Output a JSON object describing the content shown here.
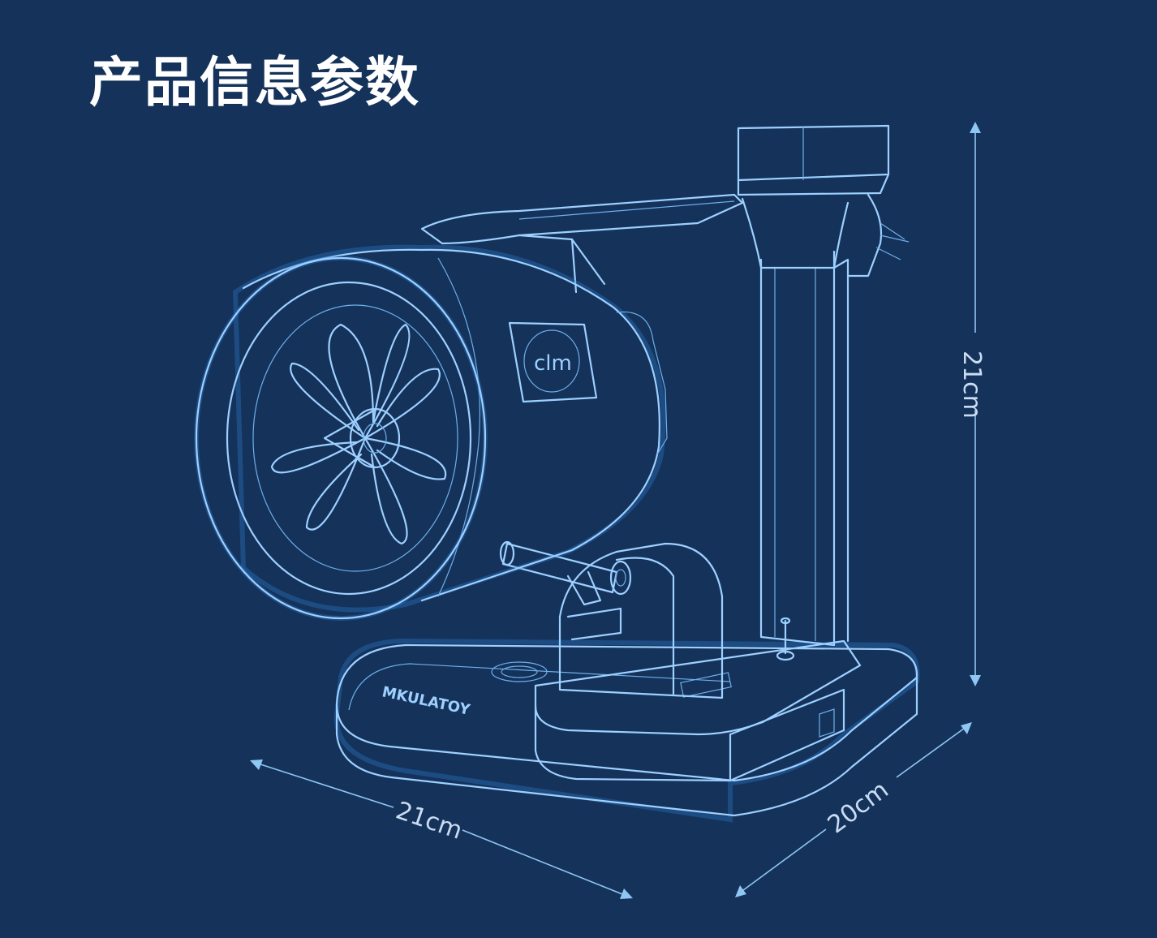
{
  "title": "产品信息参数",
  "brand": {
    "badge_text": "clm",
    "base_text": "MKULATOY"
  },
  "dimensions": {
    "height_label": "21cm",
    "width_label": "21cm",
    "depth_label": "20cm"
  },
  "colors": {
    "background": "#14325a",
    "line": "#9ed0ff",
    "text": "#ffffff"
  }
}
